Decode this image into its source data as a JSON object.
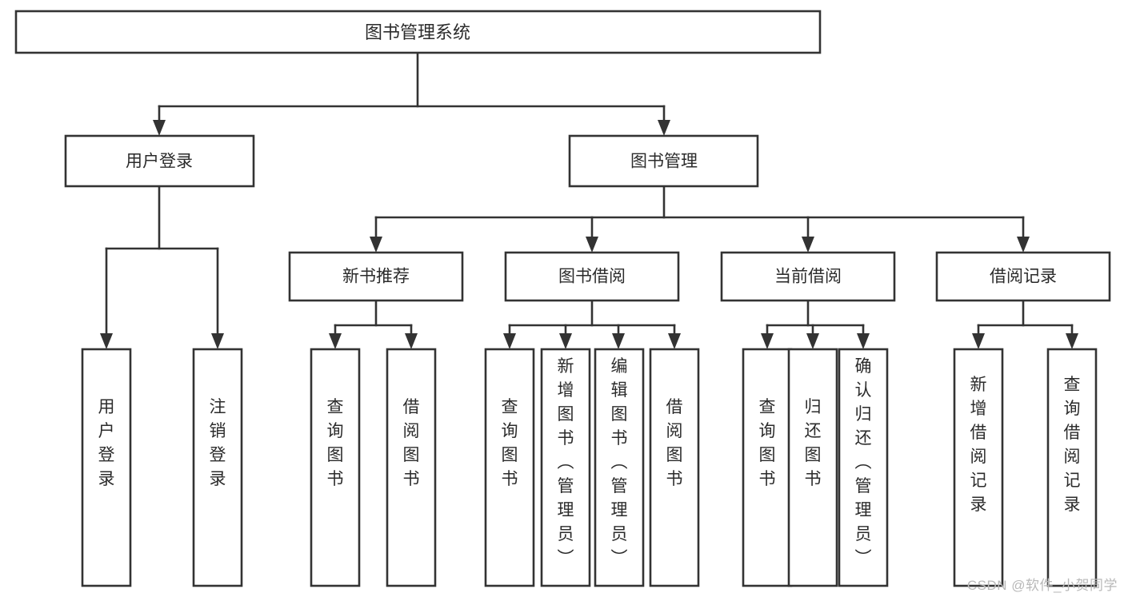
{
  "diagram": {
    "type": "tree-hierarchy",
    "title": "图书管理系统",
    "watermark": "CSDN @软件_小贺同学",
    "colors": {
      "box_stroke": "#333333",
      "box_fill": "#ffffff",
      "text": "#2b2b2b",
      "connector": "#333333",
      "background": "#ffffff",
      "watermark": "#b9b9b9"
    },
    "levels": {
      "level1": [
        {
          "id": "root",
          "label": "图书管理系统"
        }
      ],
      "level2": [
        {
          "id": "user-login",
          "label": "用户登录"
        },
        {
          "id": "book-manage",
          "label": "图书管理"
        }
      ],
      "level3": [
        {
          "id": "new-book-rec",
          "label": "新书推荐"
        },
        {
          "id": "book-borrow",
          "label": "图书借阅"
        },
        {
          "id": "current-borrow",
          "label": "当前借阅"
        },
        {
          "id": "borrow-record",
          "label": "借阅记录"
        }
      ],
      "level4": [
        {
          "id": "leaf-user-login",
          "label": "用户登录",
          "parent": "user-login"
        },
        {
          "id": "leaf-logout",
          "label": "注销登录",
          "parent": "user-login"
        },
        {
          "id": "leaf-query-book-1",
          "label": "查询图书",
          "parent": "new-book-rec"
        },
        {
          "id": "leaf-borrow-book-1",
          "label": "借阅图书",
          "parent": "new-book-rec"
        },
        {
          "id": "leaf-query-book-2",
          "label": "查询图书",
          "parent": "book-borrow"
        },
        {
          "id": "leaf-add-book",
          "label": "新增图书（管理员）",
          "parent": "book-borrow"
        },
        {
          "id": "leaf-edit-book",
          "label": "编辑图书（管理员）",
          "parent": "book-borrow"
        },
        {
          "id": "leaf-borrow-book-2",
          "label": "借阅图书",
          "parent": "book-borrow"
        },
        {
          "id": "leaf-query-book-3",
          "label": "查询图书",
          "parent": "current-borrow"
        },
        {
          "id": "leaf-return-book",
          "label": "归还图书",
          "parent": "current-borrow"
        },
        {
          "id": "leaf-confirm-return",
          "label": "确认归还（管理员）",
          "parent": "current-borrow"
        },
        {
          "id": "leaf-add-record",
          "label": "新增借阅记录",
          "parent": "borrow-record"
        },
        {
          "id": "leaf-query-record",
          "label": "查询借阅记录",
          "parent": "borrow-record"
        }
      ]
    }
  }
}
